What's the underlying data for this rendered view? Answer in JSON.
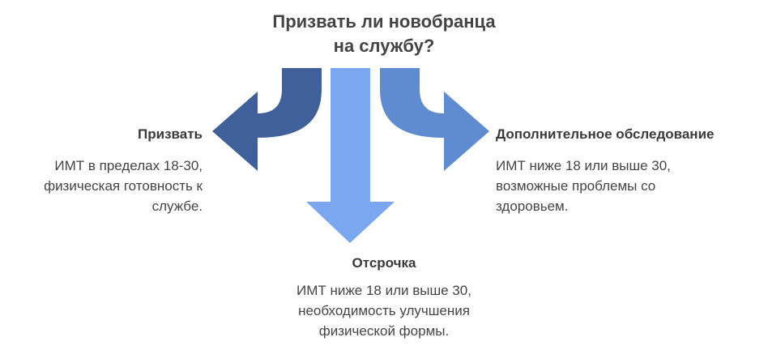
{
  "title": {
    "line1": "Призвать ли новобранца",
    "line2": "на службу?"
  },
  "branches": {
    "left": {
      "label": "Призвать",
      "text": [
        "ИМТ в пределах 18-30,",
        "физическая готовность к",
        "службе."
      ],
      "color": "#40609a"
    },
    "middle": {
      "label": "Отсрочка",
      "text": [
        "ИМТ ниже 18 или выше 30,",
        "необходимость улучшения",
        "физической формы."
      ],
      "color": "#7aa7f0"
    },
    "right": {
      "label": "Дополнительное обследование",
      "text": [
        "ИМТ ниже 18 или выше 30,",
        "возможные проблемы со",
        "здоровьем."
      ],
      "color": "#5f8bd0"
    }
  }
}
